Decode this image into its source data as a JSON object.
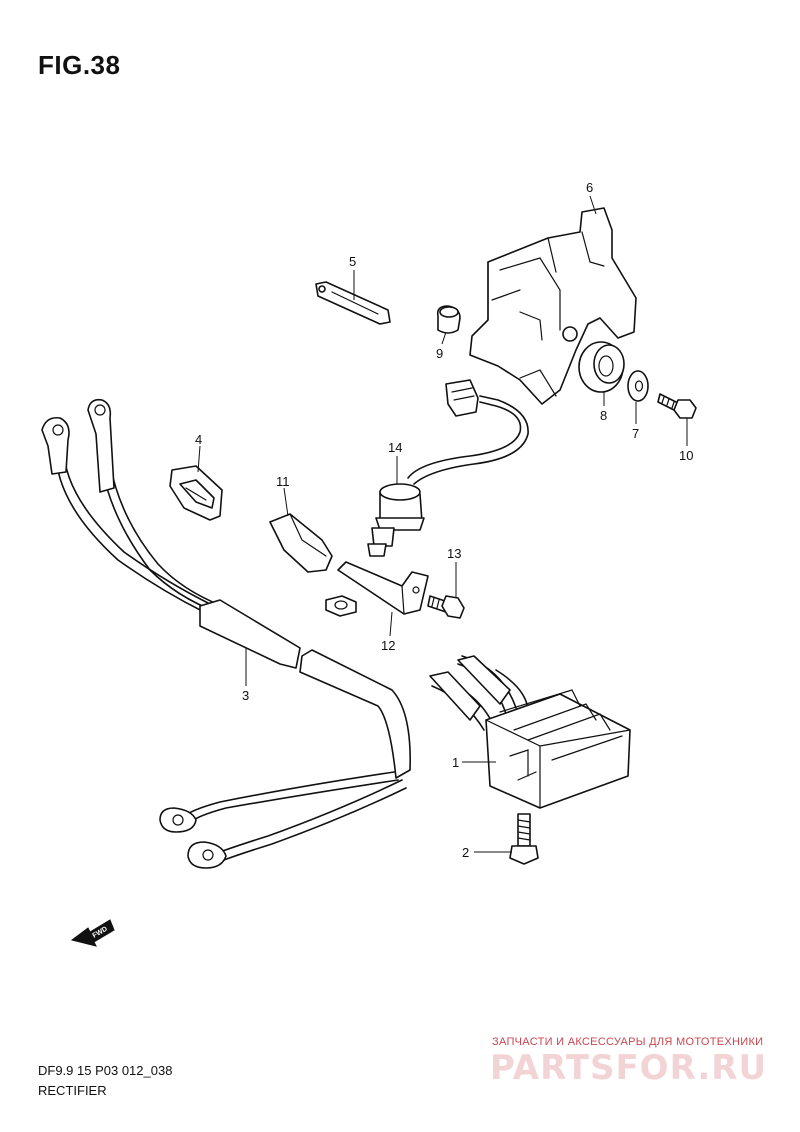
{
  "figure": {
    "title": "FIG.38",
    "code": "DF9.9 15 P03 012_038",
    "caption": "RECTIFIER"
  },
  "callouts": [
    "1",
    "2",
    "3",
    "4",
    "5",
    "6",
    "7",
    "8",
    "9",
    "10",
    "11",
    "12",
    "13",
    "14"
  ],
  "fwd_label": "FWD",
  "watermark": {
    "subtitle": "ЗАПЧАСТИ И АКСЕССУАРЫ ДЛЯ МОТОТЕХНИКИ",
    "logo": "PARTSFOR.RU"
  }
}
